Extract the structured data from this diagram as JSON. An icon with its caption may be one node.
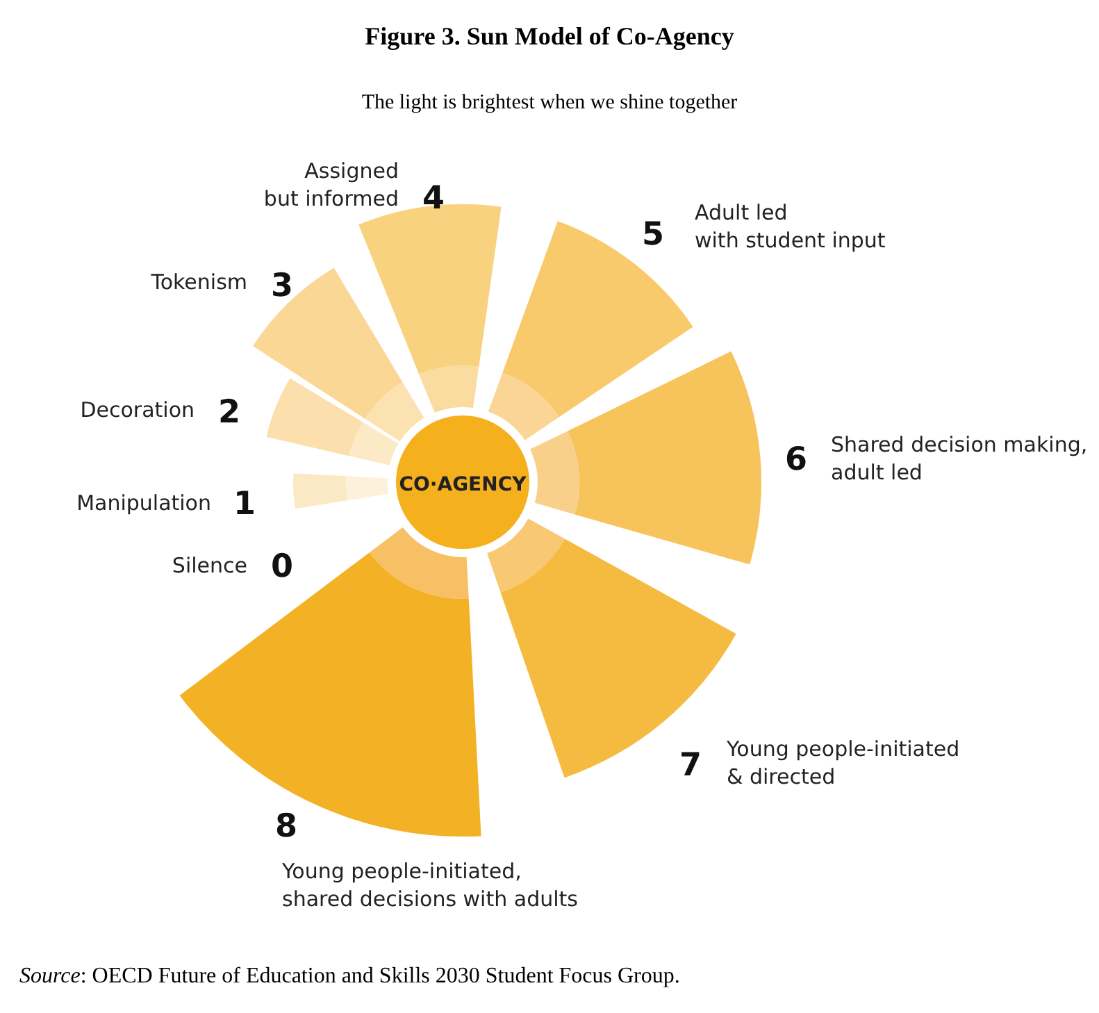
{
  "diagram": {
    "title": "Figure 3. Sun Model of Co-Agency",
    "caption": "Source: OECD Future of Education and Skills 2030 Student Focus Group.",
    "nodes": [
      {
        "text": [
          "CO·AGENCY"
        ]
      },
      {
        "text": [
          "Silence",
          "0"
        ]
      },
      {
        "text": [
          "Manipulation",
          "1"
        ]
      },
      {
        "text": [
          "Decoration",
          "2"
        ]
      },
      {
        "text": [
          "Tokenism",
          "3"
        ]
      },
      {
        "text": [
          "Assigned but informed",
          "4"
        ]
      },
      {
        "text": [
          "5",
          "Adult led with student input"
        ]
      },
      {
        "text": [
          "6",
          "Shared decision making, adult led"
        ]
      },
      {
        "text": [
          "7",
          "Young people-initiated & directed"
        ]
      },
      {
        "text": [
          "8",
          "Young people-initiated, shared decisions with adults"
        ]
      }
    ],
    "labels": [
      "The light is brightest when we shine together"
    ]
  }
}
